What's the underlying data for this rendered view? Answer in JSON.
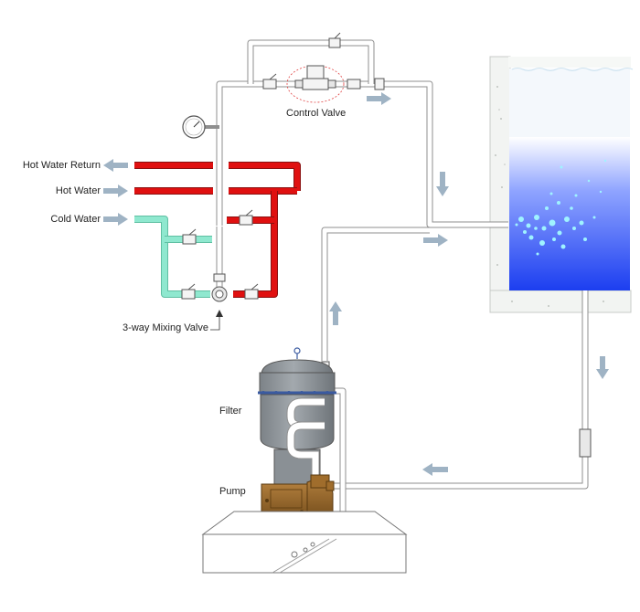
{
  "labels": {
    "hot_water_return": "Hot Water Return",
    "hot_water": "Hot Water",
    "cold_water": "Cold Water",
    "control_valve": "Control Valve",
    "mixing_valve": "3-way Mixing Valve",
    "filter": "Filter",
    "pump": "Pump"
  },
  "colors": {
    "hot_pipe": "#e01010",
    "cold_pipe": "#8fe8cf",
    "pipe": "#ffffff",
    "pipe_outline": "#9a9a9a",
    "arrow": "#9fb3c4",
    "water_top": "#ffffff",
    "water_bottom": "#1c3ef0",
    "filter_body": "#8e9499",
    "pump_body": "#9a6a2a"
  }
}
